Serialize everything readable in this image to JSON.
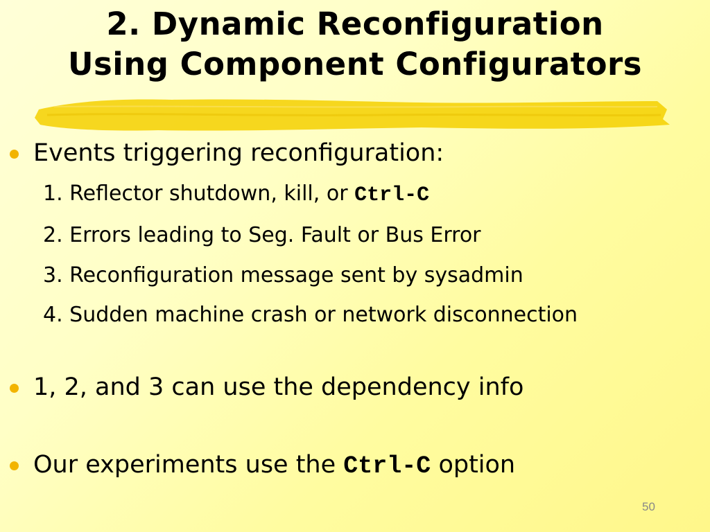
{
  "title": {
    "line1": "2. Dynamic Reconfiguration",
    "line2": "Using Component Configurators"
  },
  "bullets": [
    {
      "text": "Events triggering reconfiguration:",
      "subitems": [
        {
          "prefix": "1. Reflector shutdown, kill, or ",
          "code": "Ctrl-C"
        },
        {
          "text": "2. Errors leading to Seg. Fault or Bus Error"
        },
        {
          "text": "3. Reconfiguration message sent by sysadmin"
        },
        {
          "text": "4. Sudden machine crash or network disconnection"
        }
      ]
    },
    {
      "text": "1, 2, and 3 can use the dependency info"
    },
    {
      "prefix": "Our experiments use the ",
      "code": "Ctrl-C",
      "suffix": " option"
    }
  ],
  "page_number": "50",
  "colors": {
    "bullet": "#f2b400",
    "highlight": "#f5cf00"
  }
}
